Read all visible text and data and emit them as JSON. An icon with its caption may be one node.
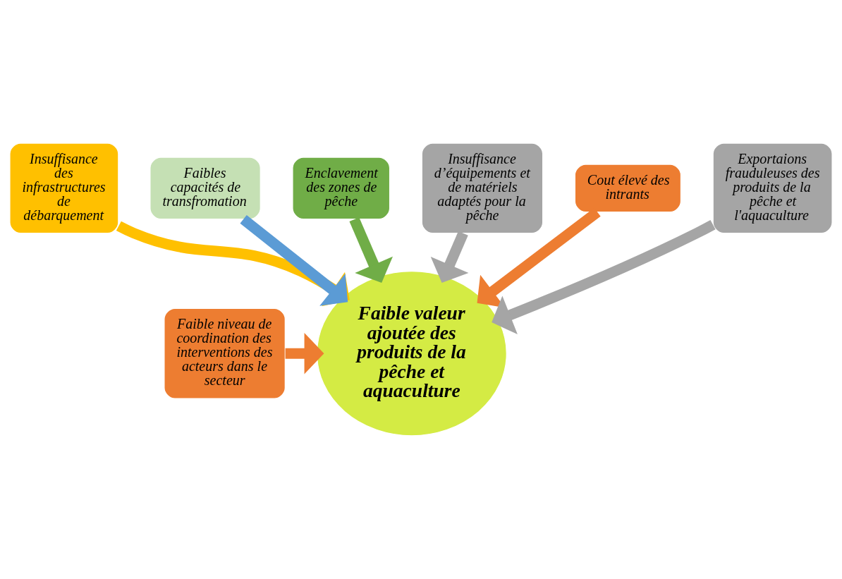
{
  "diagram": {
    "nodes": [
      {
        "text": [
          "Insuffisance des infrastructures de débarquement"
        ]
      },
      {
        "text": [
          "Faibles capacités de transfromation"
        ]
      },
      {
        "text": [
          "Enclavement des zones de pêche"
        ]
      },
      {
        "text": [
          "Insuffisance d’équipements et de matériels adaptés pour la pêche"
        ]
      },
      {
        "text": [
          "Cout élevé des intrants"
        ]
      },
      {
        "text": [
          "Faible niveau de coordination des interventions des acteurs dans le secteur"
        ]
      },
      {
        "text": [
          "Exportaions frauduleuses des produits de la pêche et l'aquaculture"
        ]
      },
      {
        "text": [
          "Faible valeur ajoutée des produits de la pêche et aquaculture"
        ]
      }
    ],
    "edges": [
      {
        "from": 0,
        "to": 7,
        "arrow": "to",
        "color": "#ffc000"
      },
      {
        "from": 1,
        "to": 7,
        "arrow": "to",
        "color": "#5b9bd5"
      },
      {
        "from": 2,
        "to": 7,
        "arrow": "to",
        "color": "#70ad47"
      },
      {
        "from": 3,
        "to": 7,
        "arrow": "to",
        "color": "#a5a5a5"
      },
      {
        "from": 4,
        "to": 7,
        "arrow": "to",
        "color": "#ed7d31"
      },
      {
        "from": 5,
        "to": 7,
        "arrow": "to",
        "color": "#ed7d31"
      },
      {
        "from": 6,
        "to": 7,
        "arrow": "to",
        "color": "#a5a5a5"
      }
    ]
  }
}
